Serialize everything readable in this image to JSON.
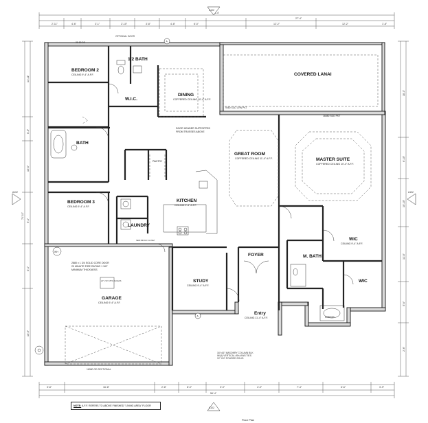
{
  "drawing": {
    "refs": {
      "section": "A102",
      "callout": "A"
    },
    "overall_top": "56'-4\"",
    "overall_right_top": "27'-4\"",
    "overall_bottom": "56'-4\"",
    "overall_left": "71'-11\""
  },
  "rooms": [
    {
      "key": "bedroom2",
      "name": "BEDROOM 2",
      "ceiling": "CEILING 9'-4\" A.F.F."
    },
    {
      "key": "halfbath",
      "name": "1/2 BATH",
      "ceiling": ""
    },
    {
      "key": "wic_small",
      "name": "W.I.C.",
      "ceiling": ""
    },
    {
      "key": "dining",
      "name": "DINING",
      "ceiling": "COFFERED CEILING 10'-4\" A.F.F."
    },
    {
      "key": "lanai",
      "name": "COVERED LANAI",
      "ceiling": ""
    },
    {
      "key": "bath",
      "name": "BATH",
      "ceiling": ""
    },
    {
      "key": "greatroom",
      "name": "GREAT ROOM",
      "ceiling": "COFFERED CEILING 11'-4\" A.F.F."
    },
    {
      "key": "master",
      "name": "MASTER SUITE",
      "ceiling": "COFFERED CEILING 10'-4\" A.F.F."
    },
    {
      "key": "pantry",
      "name": "PANTRY",
      "ceiling": ""
    },
    {
      "key": "kitchen",
      "name": "KITCHEN",
      "ceiling": "CEILING 9'-4\" A.F.F."
    },
    {
      "key": "bedroom3",
      "name": "BEDROOM 3",
      "ceiling": "CEILING 9'-4\" A.F.F."
    },
    {
      "key": "laundry",
      "name": "LAUNDRY",
      "ceiling": ""
    },
    {
      "key": "wic_master",
      "name": "WIC",
      "ceiling": "CEILING 9'-4\" A.F.F."
    },
    {
      "key": "foyer",
      "name": "FOYER",
      "ceiling": ""
    },
    {
      "key": "mbath",
      "name": "M. BATH",
      "ceiling": ""
    },
    {
      "key": "garage",
      "name": "GARAGE",
      "ceiling": "CEILING 9'-4\" A.F.F."
    },
    {
      "key": "study",
      "name": "STUDY",
      "ceiling": "CEILING 9'-4\" A.F.F."
    },
    {
      "key": "wic2",
      "name": "WIC",
      "ceiling": ""
    },
    {
      "key": "entry",
      "name": "Entry",
      "ceiling": "CEILING 11'-4\" A.F.F."
    }
  ],
  "notes": {
    "garage_door": "2880 x 1 3/4 SOLID CORE DOOR",
    "fire_rating": "20 MINUTE FIRE RATING 1 3/8\"",
    "min_thick": "MINIMUM THICKNESS",
    "door_header": "DOOR HEADER SUPPORTED",
    "from_trusses": "FROM TRUSSES ABOVE",
    "attic": "22\" x 54\" ATTIC ACCESS",
    "masonry1": "16\"x16\" MASONRY COLUMN BLK",
    "masonry2": "W/(4) VERTICAL #5's W/#3 TIES",
    "masonry3": "12\" O/C POURED SOLID",
    "garage_door_size": "16080 GD SECTIONAL",
    "slider1": "9080 SGD CRN PKT",
    "slider2": "16080 SGD PKT",
    "wh": "WH",
    "optional_door": "OPTIONAL DOOR",
    "dryer_vent": "28 80 BC",
    "mirror": "MIRROR",
    "closet_sep": "SEMI BIFOLD CLOSET"
  },
  "footer_note": {
    "label": "NOTE:",
    "text": "A.F.F. REFERS TO ABOVE FINISHED \"LIVING AREA\" FLOOR"
  },
  "legend": {
    "title": "Floor Plan"
  },
  "dims_top": [
    "2'-11\"",
    "4'-6\"",
    "3'-1\"",
    "2'-10\"",
    "3'-8\"",
    "4'-8\"",
    "6'-0\"",
    "12'-2\"",
    "12'-2\"",
    "1'-8\""
  ],
  "dims_bottom": [
    "3'-8\"",
    "16'-8\"",
    "2'-8\"",
    "8'-0\"",
    "3'-9\"",
    "4'-0\"",
    "7'-4\"",
    "6'-6\"",
    "3'-9\""
  ],
  "dims_left": [
    "14'-11\"",
    "6'-0\"",
    "10'-6\"",
    "9'-4\"",
    "6'-4\"",
    "10'-9\""
  ],
  "dims_right": [
    "18'-1\"",
    "6'-10\"",
    "10'-10\"",
    "11'-8\"",
    "5'-6\"",
    "2'-6\""
  ]
}
